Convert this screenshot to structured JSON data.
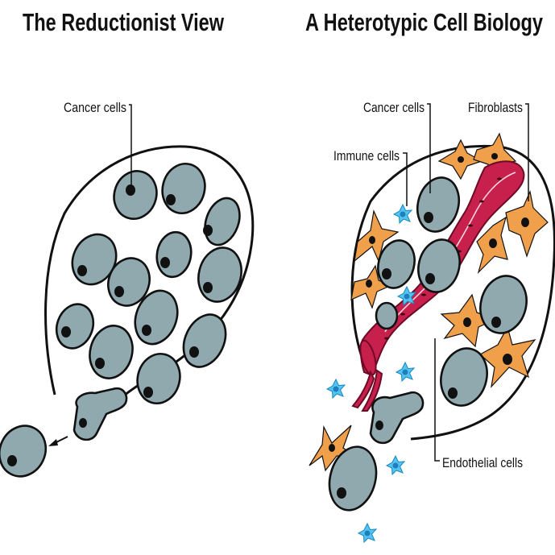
{
  "panels": {
    "left": {
      "title": "The Reductionist View",
      "labels": {
        "cancer_cells": "Cancer cells"
      }
    },
    "right": {
      "title": "A Heterotypic Cell Biology",
      "labels": {
        "cancer_cells": "Cancer cells",
        "fibroblasts": "Fibroblasts",
        "immune_cells": "Immune cells",
        "endothelial_cells": "Endothelial cells"
      }
    }
  },
  "colors": {
    "cancer_cell": "#8fa9af",
    "fibroblast": "#f0a04a",
    "immune_cell": "#55c4ef",
    "blood_vessel": "#c8204d",
    "outline": "#111111"
  }
}
